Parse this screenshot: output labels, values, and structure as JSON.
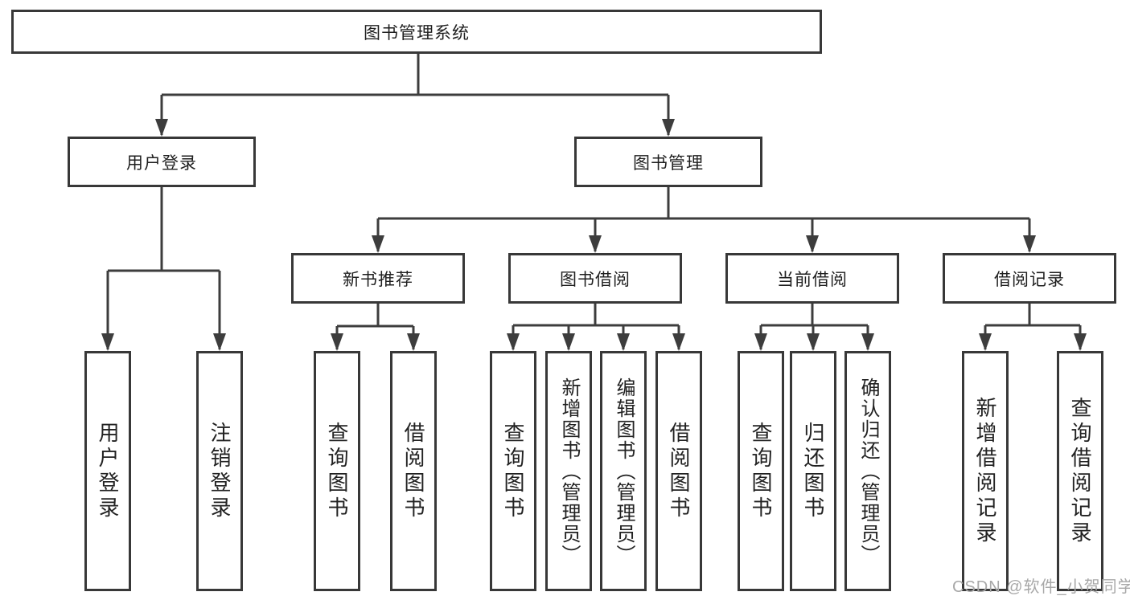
{
  "nodes": {
    "root": {
      "label": "图书管理系统"
    },
    "user_login": {
      "label": "用户登录"
    },
    "book_mgmt": {
      "label": "图书管理"
    },
    "login": {
      "label": "用户登录"
    },
    "logout": {
      "label": "注销登录"
    },
    "new_book_rec": {
      "label": "新书推荐"
    },
    "book_borrow": {
      "label": "图书借阅"
    },
    "current_borrow": {
      "label": "当前借阅"
    },
    "borrow_record": {
      "label": "借阅记录"
    },
    "rec_query": {
      "label": "查询图书"
    },
    "rec_borrow": {
      "label": "借阅图书"
    },
    "bb_query": {
      "label": "查询图书"
    },
    "bb_add": {
      "label": "新增图书（管理员）"
    },
    "bb_edit": {
      "label": "编辑图书（管理员）"
    },
    "bb_borrow": {
      "label": "借阅图书"
    },
    "cb_query": {
      "label": "查询图书"
    },
    "cb_return": {
      "label": "归还图书"
    },
    "cb_confirm": {
      "label": "确认归还（管理员）"
    },
    "br_add": {
      "label": "新增借阅记录"
    },
    "br_query": {
      "label": "查询借阅记录"
    }
  },
  "edges": [
    [
      "图书管理系统",
      "用户登录"
    ],
    [
      "图书管理系统",
      "图书管理"
    ],
    [
      "用户登录",
      "用户登录"
    ],
    [
      "用户登录",
      "注销登录"
    ],
    [
      "图书管理",
      "新书推荐"
    ],
    [
      "图书管理",
      "图书借阅"
    ],
    [
      "图书管理",
      "当前借阅"
    ],
    [
      "图书管理",
      "借阅记录"
    ],
    [
      "新书推荐",
      "查询图书"
    ],
    [
      "新书推荐",
      "借阅图书"
    ],
    [
      "图书借阅",
      "查询图书"
    ],
    [
      "图书借阅",
      "新增图书（管理员）"
    ],
    [
      "图书借阅",
      "编辑图书（管理员）"
    ],
    [
      "图书借阅",
      "借阅图书"
    ],
    [
      "当前借阅",
      "查询图书"
    ],
    [
      "当前借阅",
      "归还图书"
    ],
    [
      "当前借阅",
      "确认归还（管理员）"
    ],
    [
      "借阅记录",
      "新增借阅记录"
    ],
    [
      "借阅记录",
      "查询借阅记录"
    ]
  ],
  "watermark": {
    "text": "CSDN @软件_小贺同学"
  },
  "colors": {
    "line": "#3d3d3d",
    "border": "#383838",
    "text": "#1f1f1f",
    "watermark": "#a8a8a8",
    "background": "#ffffff"
  }
}
